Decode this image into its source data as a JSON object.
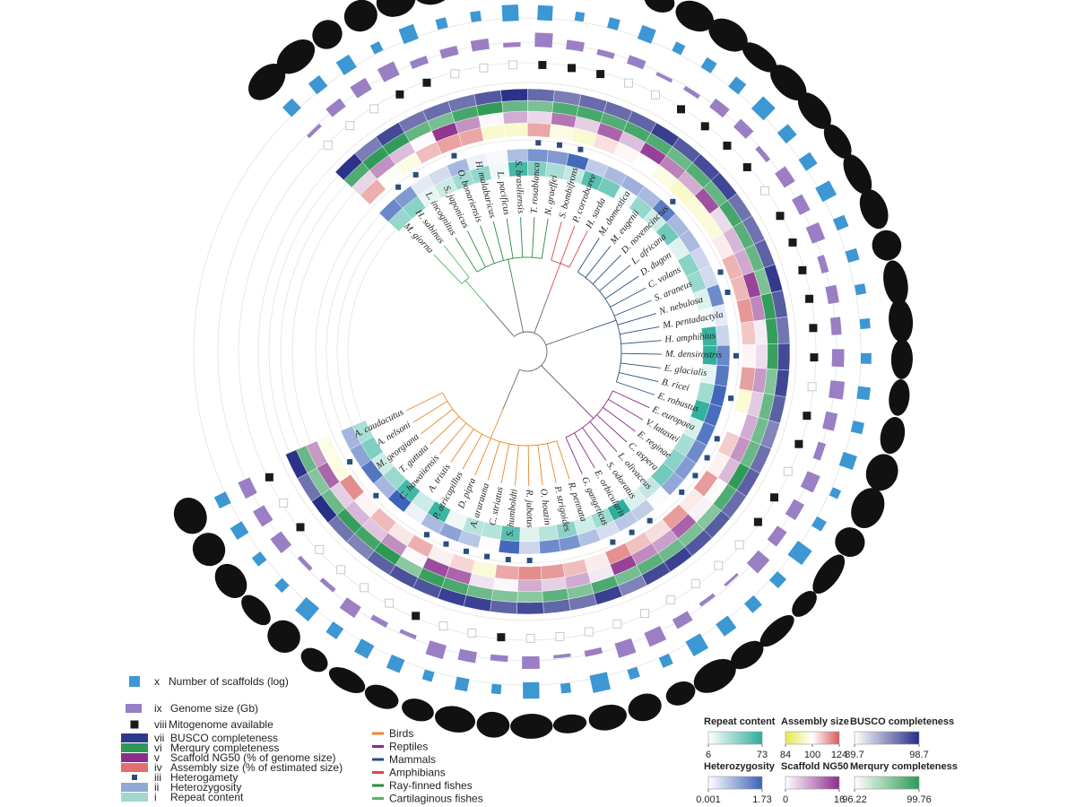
{
  "species": [
    {
      "name": "M. giorna",
      "clade": "Cartilaginous fishes"
    },
    {
      "name": "H. sabinus",
      "clade": "Cartilaginous fishes"
    },
    {
      "name": "L. incognitus",
      "clade": "Ray-finned fishes"
    },
    {
      "name": "S. japonicus",
      "clade": "Ray-finned fishes"
    },
    {
      "name": "O. bonariensis",
      "clade": "Ray-finned fishes"
    },
    {
      "name": "H. malabaricus",
      "clade": "Ray-finned fishes"
    },
    {
      "name": "L. pacificus",
      "clade": "Ray-finned fishes"
    },
    {
      "name": "S. brasiliensis",
      "clade": "Ray-finned fishes"
    },
    {
      "name": "T. rosablanca",
      "clade": "Ray-finned fishes"
    },
    {
      "name": "N. graeffei",
      "clade": "Ray-finned fishes"
    },
    {
      "name": "S. bombifrons",
      "clade": "Amphibians"
    },
    {
      "name": "P. corroboree",
      "clade": "Amphibians"
    },
    {
      "name": "H. sarda",
      "clade": "Amphibians"
    },
    {
      "name": "M. domestica",
      "clade": "Mammals"
    },
    {
      "name": "M. eugenii",
      "clade": "Mammals"
    },
    {
      "name": "D. novemcinctus",
      "clade": "Mammals"
    },
    {
      "name": "L. africana",
      "clade": "Mammals"
    },
    {
      "name": "D. dugon",
      "clade": "Mammals"
    },
    {
      "name": "C. volans",
      "clade": "Mammals"
    },
    {
      "name": "S. araneus",
      "clade": "Mammals"
    },
    {
      "name": "N. nebulosa",
      "clade": "Mammals"
    },
    {
      "name": "M. pentadactyla",
      "clade": "Mammals"
    },
    {
      "name": "H. amphibius",
      "clade": "Mammals"
    },
    {
      "name": "M. densirostris",
      "clade": "Mammals"
    },
    {
      "name": "E. glacialis",
      "clade": "Mammals"
    },
    {
      "name": "B. ricei",
      "clade": "Mammals"
    },
    {
      "name": "E. robustus",
      "clade": "Mammals"
    },
    {
      "name": "E. europaea",
      "clade": "Reptiles"
    },
    {
      "name": "V. latastei",
      "clade": "Reptiles"
    },
    {
      "name": "E. reginae",
      "clade": "Reptiles"
    },
    {
      "name": "C. aspera",
      "clade": "Reptiles"
    },
    {
      "name": "L. olivaceus",
      "clade": "Reptiles"
    },
    {
      "name": "S. odoratus",
      "clade": "Reptiles"
    },
    {
      "name": "E. orbicularis",
      "clade": "Reptiles"
    },
    {
      "name": "G. gangeticus",
      "clade": "Reptiles"
    },
    {
      "name": "R. pennata",
      "clade": "Birds"
    },
    {
      "name": "P. strigoides",
      "clade": "Birds"
    },
    {
      "name": "O. hoazin",
      "clade": "Birds"
    },
    {
      "name": "R. jubatus",
      "clade": "Birds"
    },
    {
      "name": "S. humboldti",
      "clade": "Birds"
    },
    {
      "name": "C. striatus",
      "clade": "Birds"
    },
    {
      "name": "A. ararauna",
      "clade": "Birds"
    },
    {
      "name": "D. pipra",
      "clade": "Birds"
    },
    {
      "name": "P. atricapillus",
      "clade": "Birds"
    },
    {
      "name": "A. tristis",
      "clade": "Birds"
    },
    {
      "name": "C. hawaiiensis",
      "clade": "Birds"
    },
    {
      "name": "T. guttata",
      "clade": "Birds"
    },
    {
      "name": "M. georgiana",
      "clade": "Birds"
    },
    {
      "name": "A. nelsoni",
      "clade": "Birds"
    },
    {
      "name": "A. caudacutus",
      "clade": "Birds"
    }
  ],
  "clades": [
    {
      "name": "Birds",
      "color": "#e8892b"
    },
    {
      "name": "Reptiles",
      "color": "#8a2a86"
    },
    {
      "name": "Mammals",
      "color": "#2a4e7c"
    },
    {
      "name": "Amphibians",
      "color": "#d8484a"
    },
    {
      "name": "Ray-finned fishes",
      "color": "#2b8a3e"
    },
    {
      "name": "Cartilaginous fishes",
      "color": "#52b862"
    }
  ],
  "rings": [
    {
      "roman": "x",
      "label": "Number of scaffolds (log)",
      "color": "#3c97d3"
    },
    {
      "roman": "ix",
      "label": "Genome size (Gb)",
      "color": "#9a7fc4"
    },
    {
      "roman": "viii",
      "label": "Mitogenome available",
      "color": "#1a1a1a"
    },
    {
      "roman": "vii",
      "label": "BUSCO completeness",
      "color": "#2d3a8c"
    },
    {
      "roman": "vi",
      "label": "Merqury completeness",
      "color": "#2c9a55"
    },
    {
      "roman": "v",
      "label": "Scaffold NG50 (% of genome size)",
      "color": "#8c2d8c"
    },
    {
      "roman": "iv",
      "label": "Assembly size (% of estimated size)",
      "color": "#e07070"
    },
    {
      "roman": "iii",
      "label": "Heterogamety",
      "color": "#2a4e7c"
    },
    {
      "roman": "ii",
      "label": "Heterozygosity",
      "color": "#8fa8d6"
    },
    {
      "roman": "i",
      "label": "Repeat content",
      "color": "#a4d6d0"
    }
  ],
  "scales": [
    {
      "title": "Repeat content",
      "ticks": [
        "6",
        "73"
      ],
      "colors": [
        "#ffffff",
        "#2bae9a"
      ]
    },
    {
      "title": "Assembly size",
      "ticks": [
        "84",
        "100",
        "124"
      ],
      "colors": [
        "#e8e84a",
        "#ffffff",
        "#d85a5a"
      ]
    },
    {
      "title": "BUSCO completeness",
      "ticks": [
        "89.7",
        "98.7"
      ],
      "colors": [
        "#ffffff",
        "#262d86"
      ]
    },
    {
      "title": "Heterozygosity",
      "ticks": [
        "0.001",
        "1.73"
      ],
      "colors": [
        "#ffffff",
        "#3b62b8"
      ]
    },
    {
      "title": "Scaffold NG50",
      "ticks": [
        "0",
        "16"
      ],
      "colors": [
        "#ffffff",
        "#8c2d8c"
      ]
    },
    {
      "title": "Merqury completeness",
      "ticks": [
        "96.22",
        "99.76"
      ],
      "colors": [
        "#ffffff",
        "#2c9a55"
      ]
    }
  ]
}
